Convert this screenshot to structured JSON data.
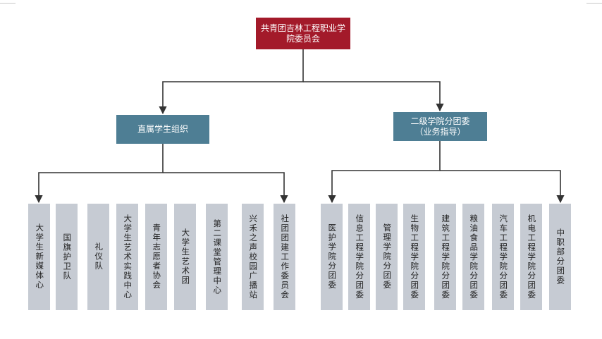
{
  "root": {
    "label": "共青团吉林工程职业学院委员会"
  },
  "left_group": {
    "label": "直属学生组织",
    "items": [
      "大学生新媒体心",
      "国旗护卫队",
      "礼仪队",
      "大学生艺术实践中心",
      "青年志愿者协会",
      "大学生艺术团",
      "第二课堂管理中心",
      "兴禾之声校园广播站",
      "社团团建工作委员会"
    ]
  },
  "right_group": {
    "label": "二级学院分团委\n（业务指导）",
    "items": [
      "医护学院分团委",
      "信息工程学院分团委",
      "管理学院分团委",
      "生物工程学院分团委",
      "建筑工程学院分团委",
      "粮油食品学院分团委",
      "汽车工程学院分团委",
      "机电工程学院分团委",
      "中职部分团委"
    ]
  },
  "colors": {
    "root": "#a31a2a",
    "group": "#4e7e94",
    "leaf": "#c6cbd3",
    "line": "#333333"
  }
}
